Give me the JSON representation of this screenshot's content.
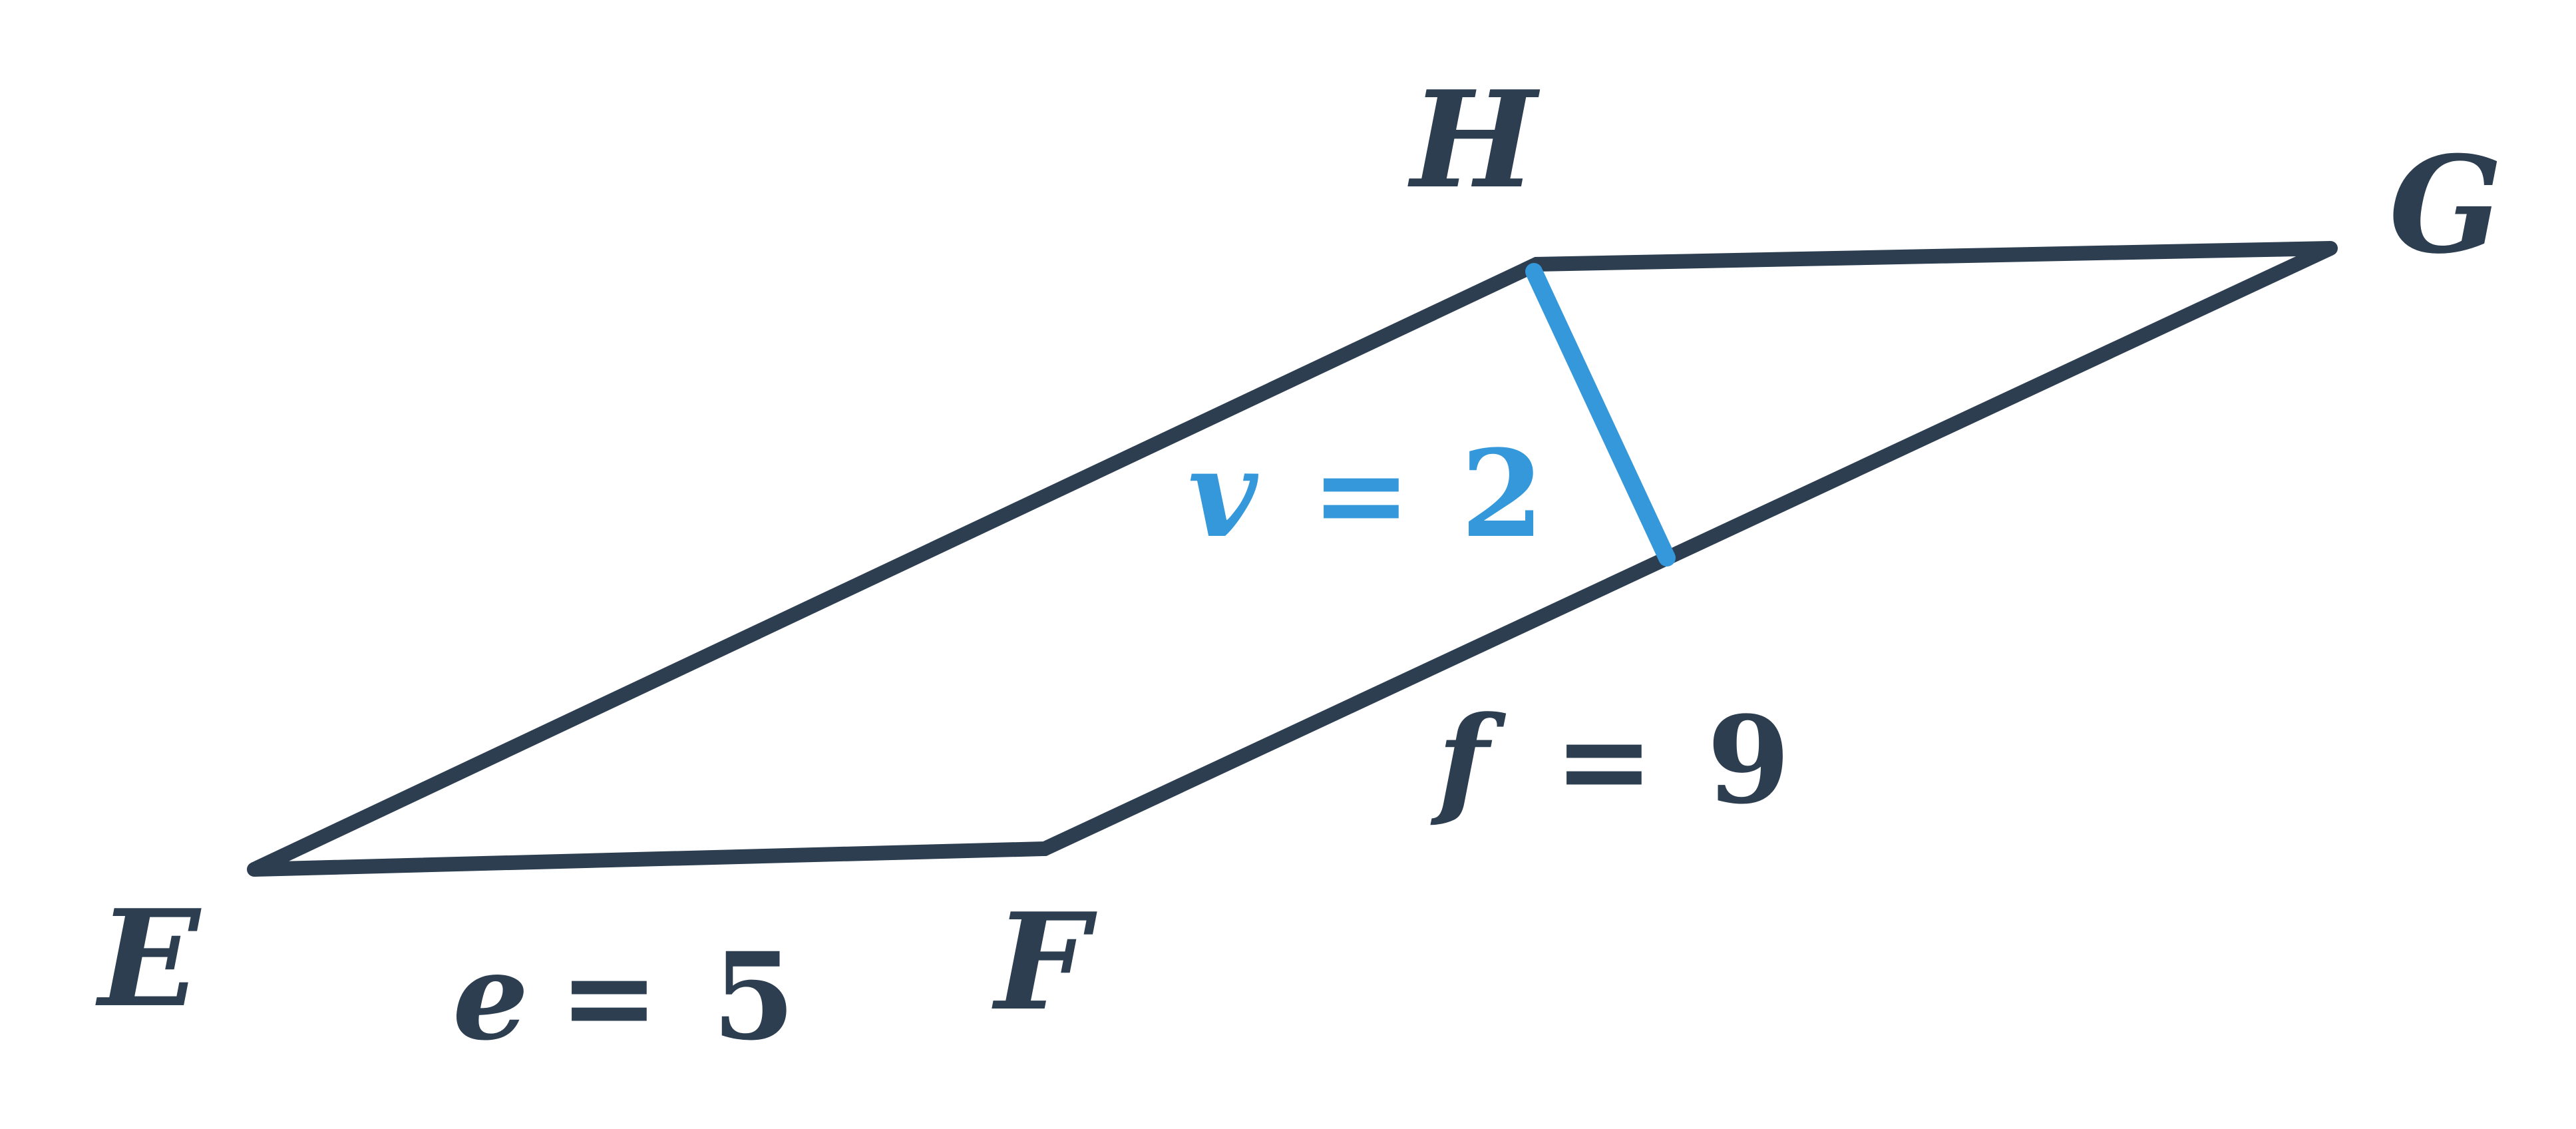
{
  "diagram": {
    "colors": {
      "outline": "#2c3e50",
      "height_segment": "#3498db",
      "background": "#ffffff"
    },
    "vertices": {
      "E": "E",
      "F": "F",
      "G": "G",
      "H": "H"
    },
    "measurements": {
      "e": {
        "variable": "e",
        "equals": "=",
        "value": "5"
      },
      "f": {
        "variable": "f",
        "equals": "=",
        "value": "9"
      },
      "v": {
        "variable": "v",
        "equals": "=",
        "value": "2"
      }
    }
  }
}
